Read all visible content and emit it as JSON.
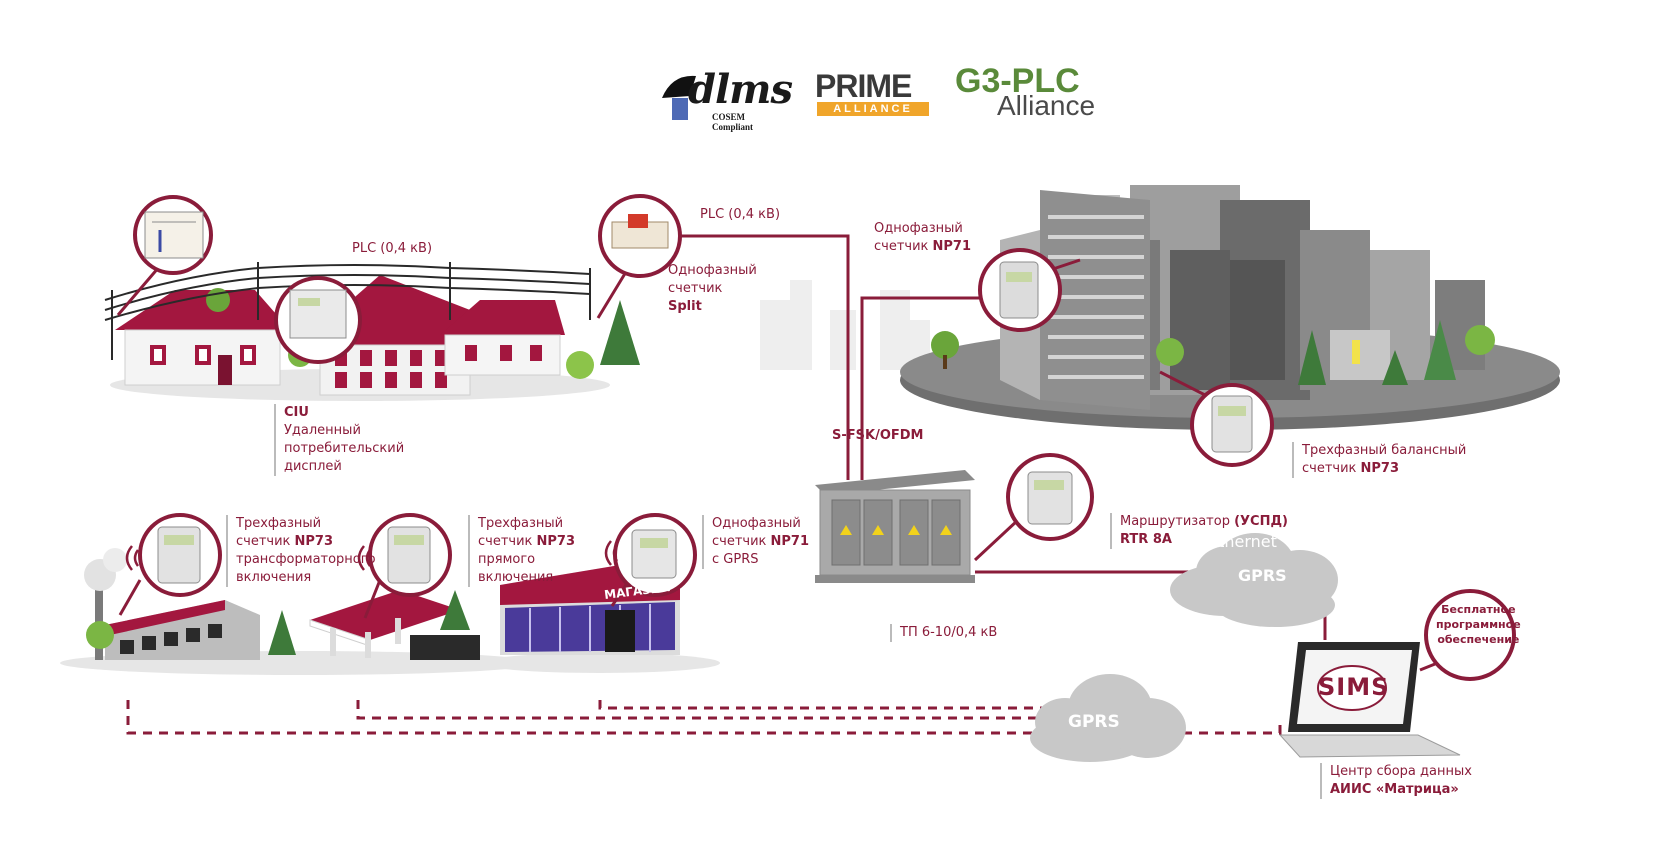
{
  "logos": {
    "dlms": {
      "word": "dlms",
      "sub1": "COSEM",
      "sub2": "Compliant"
    },
    "prime": {
      "word": "PRIME",
      "bar": "ALLIANCE"
    },
    "g3": {
      "word": "G3-PLC",
      "sub": "Alliance"
    }
  },
  "links": {
    "plc_houses": "PLC (0,4 кВ)",
    "plc_split": "PLC (0,4 кВ)",
    "modulation": "S-FSK/OFDM",
    "ethernet": "Ethernet",
    "gprs_top": "GPRS",
    "gprs_bottom": "GPRS"
  },
  "labels": {
    "split": {
      "l1": "Однофазный",
      "l2": "счетчик",
      "l3": "Split"
    },
    "np71_city": {
      "l1": "Однофазный",
      "l2a": "счетчик ",
      "l2b": "NP71"
    },
    "ciu": {
      "l1": "CIU",
      "l2": "Удаленный",
      "l3": "потребительский",
      "l4": "дисплей"
    },
    "np73_balance": {
      "l1": "Трехфазный балансный",
      "l2a": "счетчик ",
      "l2b": "NP73"
    },
    "np73_transformer": {
      "l1": "Трехфазный",
      "l2a": "счетчик ",
      "l2b": "NP73",
      "l3": "трансформаторного",
      "l4": "включения"
    },
    "np73_direct": {
      "l1": "Трехфазный",
      "l2a": "счетчик ",
      "l2b": "NP73",
      "l3": "прямого",
      "l4": "включения"
    },
    "np71_gprs": {
      "l1": "Однофазный",
      "l2a": "счетчик ",
      "l2b": "NP71",
      "l3": "с GPRS"
    },
    "router": {
      "l1a": "Маршрутизатор ",
      "l1b": "(УСПД)",
      "l2": "RTR 8A"
    },
    "substation": "ТП 6-10/0,4 кВ",
    "software": {
      "l1": "Бесплатное",
      "l2": "программное",
      "l3": "обеспечение"
    },
    "datacenter": {
      "l1": "Центр сбора данных",
      "l2": "АИИС «Матрица»"
    }
  },
  "buildings": {
    "shop_sign": "МАГАЗИН"
  },
  "software_logo": "SIMS",
  "colors": {
    "accent": "#8a1c3a",
    "cloud": "#c8c8c8",
    "building_gray": "#8c8c8c",
    "roof_red": "#a3173f"
  }
}
